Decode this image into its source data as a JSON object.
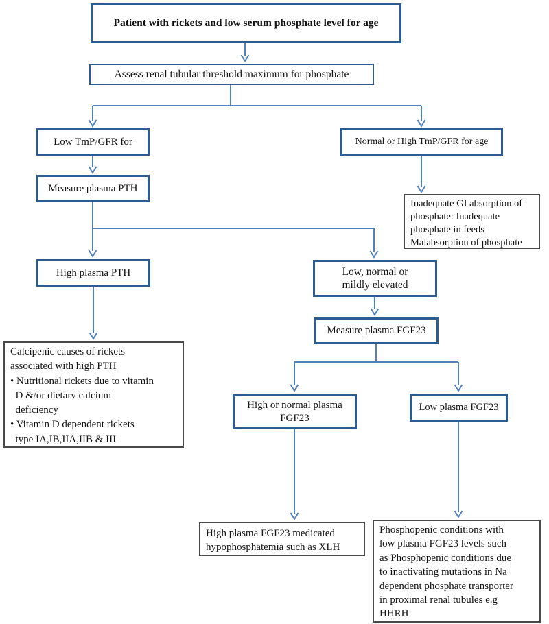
{
  "title": "Diagnostic flowchart for rickets with hypophosphatemia",
  "colors": {
    "box_border": "#2b5c94",
    "note_border": "#4a4a4a",
    "connector": "#4f81bd",
    "text": "#141414",
    "background": "#ffffff"
  },
  "nodes": {
    "patient": "Patient with rickets and low serum phosphate level for age",
    "assess": "Assess renal tubular threshold maximum for phosphate",
    "low_tmp": "Low TmP/GFR for",
    "measure_pth": "Measure plasma PTH",
    "high_pth": "High plasma PTH",
    "normal_high_tmp": "Normal or High TmP/GFR for age",
    "inadequate_gi": "Inadequate GI absorption of\nphosphate: Inadequate\nphosphate in feeds\nMalabsorption of phosphate",
    "low_normal": "Low, normal or\nmildly elevated",
    "measure_fgf23": "Measure plasma FGF23",
    "calcipenic": "Calcipenic causes of rickets\nassociated with high PTH\n• Nutritional rickets due to vitamin\n  D &/or dietary calcium\n  deficiency\n• Vitamin D dependent rickets\n  type IA,IB,IIA,IIB & III",
    "high_normal_fgf23": "High or normal plasma\nFGF23",
    "low_fgf23": "Low plasma FGF23",
    "xlh": "High plasma FGF23 medicated\nhypophosphatemia such as XLH",
    "phosphopenic": "Phosphopenic conditions with\nlow plasma FGF23 levels such\nas Phosphopenic conditions due\nto inactivating mutations in Na\ndependent phosphate transporter\nin proximal renal tubules e.g\nHHRH"
  }
}
